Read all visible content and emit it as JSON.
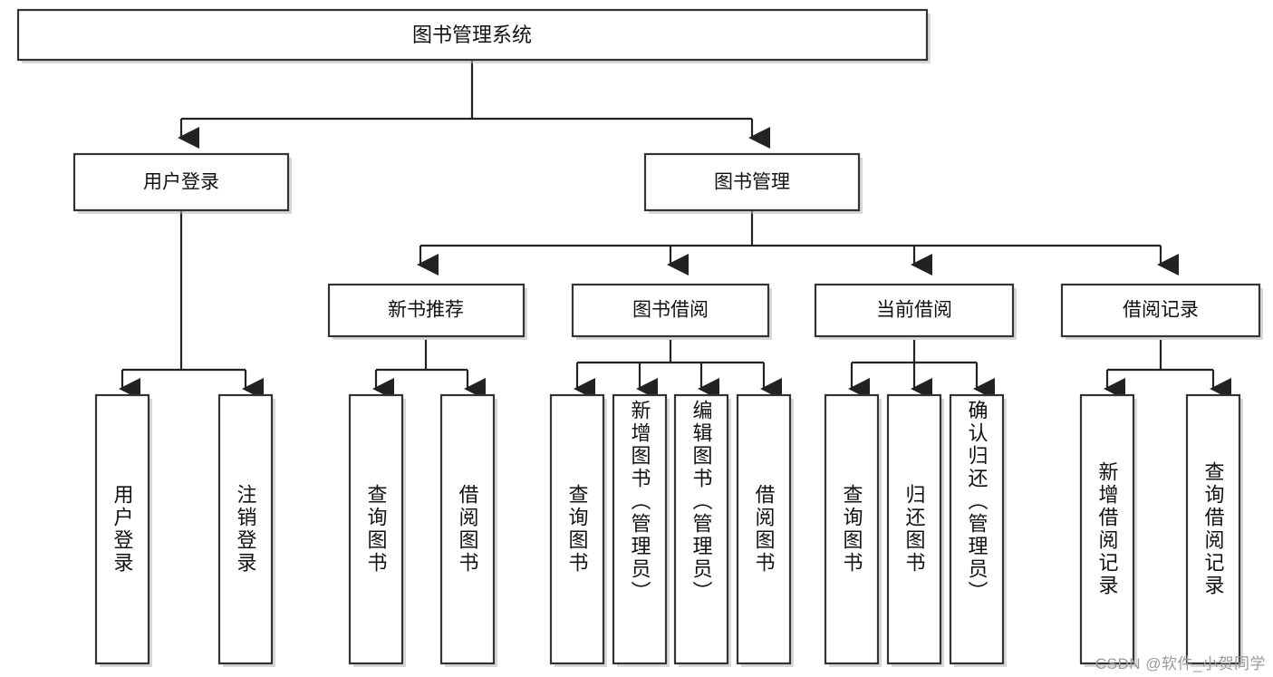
{
  "diagram": {
    "title": "图书管理系统",
    "type": "tree-hierarchy-diagram",
    "colors": {
      "box_stroke": "#333333",
      "box_fill": "#ffffff",
      "connector": "#222222",
      "text": "#111111",
      "watermark": "#9a9a9a",
      "background": "#ffffff"
    },
    "root": {
      "label": "图书管理系统"
    },
    "level2": [
      {
        "label": "用户登录"
      },
      {
        "label": "图书管理"
      }
    ],
    "level3": [
      {
        "label": "新书推荐"
      },
      {
        "label": "图书借阅"
      },
      {
        "label": "当前借阅"
      },
      {
        "label": "借阅记录"
      }
    ],
    "leaves": {
      "user_login": [
        {
          "label": "用户登录"
        },
        {
          "label": "注销登录"
        }
      ],
      "new_book_recommend": [
        {
          "label": "查询图书"
        },
        {
          "label": "借阅图书"
        }
      ],
      "book_borrow": [
        {
          "label": "查询图书"
        },
        {
          "label": "新增图书（管理员）"
        },
        {
          "label": "编辑图书（管理员）"
        },
        {
          "label": "借阅图书"
        }
      ],
      "current_borrow": [
        {
          "label": "查询图书"
        },
        {
          "label": "归还图书"
        },
        {
          "label": "确认归还（管理员）"
        }
      ],
      "borrow_record": [
        {
          "label": "新增借阅记录"
        },
        {
          "label": "查询借阅记录"
        }
      ]
    }
  },
  "watermark": {
    "text": "CSDN @软件_小贺同学"
  }
}
